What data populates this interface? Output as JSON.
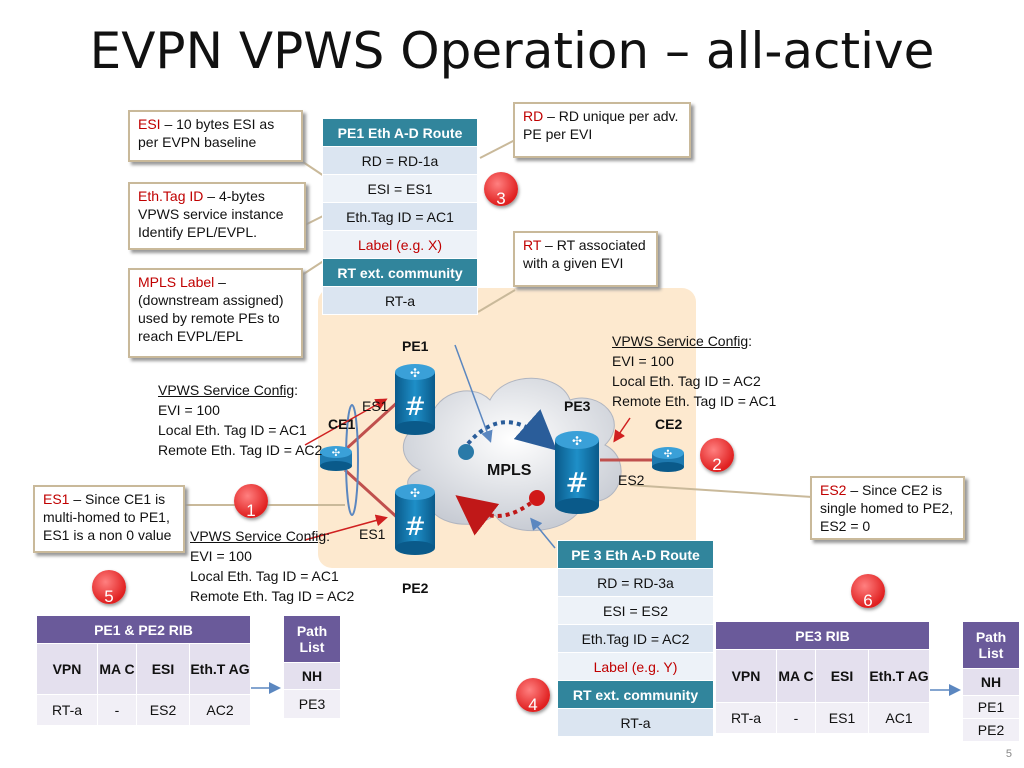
{
  "title": "EVPN VPWS Operation – all-active",
  "callouts": {
    "esi": {
      "term": "ESI",
      "text": " – 10 bytes ESI as per EVPN baseline"
    },
    "ethtag": {
      "term": "Eth.Tag ID",
      "text": " – 4-bytes VPWS service instance Identify EPL/EVPL."
    },
    "mpls": {
      "term": "MPLS Label",
      "text": " – (downstream assigned) used by remote PEs to reach EVPL/EPL"
    },
    "rd": {
      "term": "RD",
      "text": " – RD unique per adv. PE per EVI"
    },
    "rt": {
      "term": "RT",
      "text": " – RT associated with a given EVI"
    },
    "es1": {
      "term": "ES1",
      "text": " – Since CE1 is multi-homed to PE1, ES1 is a non 0 value"
    },
    "es2": {
      "term": "ES2",
      "text": " – Since CE2 is single homed to PE2, ES2 = 0"
    }
  },
  "pe1_route": {
    "header": "PE1 Eth A-D Route",
    "rd": "RD = RD-1a",
    "esi": "ESI = ES1",
    "ethtag": "Eth.Tag ID = AC1",
    "label": "Label (e.g. X)",
    "rt_header": "RT ext. community",
    "rt": "RT-a"
  },
  "pe3_route": {
    "header": "PE 3 Eth A-D Route",
    "rd": "RD = RD-3a",
    "esi": "ESI = ES2",
    "ethtag": "Eth.Tag ID = AC2",
    "label": "Label (e.g. Y)",
    "rt_header": "RT ext. community",
    "rt": "RT-a"
  },
  "cfg_ce1": {
    "title": "VPWS Service Config",
    "colon": ":",
    "evi": "EVI = 100",
    "local": "Local Eth. Tag ID = AC1",
    "remote": "Remote Eth. Tag ID = AC2"
  },
  "cfg_pe2": {
    "title": "VPWS Service Config",
    "colon": ":",
    "evi": "EVI = 100",
    "local": "Local Eth. Tag ID = AC1",
    "remote": "Remote Eth. Tag ID = AC2"
  },
  "cfg_ce2": {
    "title": "VPWS Service Config",
    "colon": ":",
    "evi": "EVI = 100",
    "local": "Local Eth. Tag ID = AC2",
    "remote": "Remote Eth. Tag ID = AC1"
  },
  "nodes": {
    "pe1": "PE1",
    "pe2": "PE2",
    "pe3": "PE3",
    "ce1": "CE1",
    "ce2": "CE2",
    "mpls": "MPLS",
    "es1_a": "ES1",
    "es1_b": "ES1",
    "es2": "ES2"
  },
  "steps": [
    "1",
    "2",
    "3",
    "4",
    "5",
    "6"
  ],
  "rib_left": {
    "title": "PE1 & PE2 RIB",
    "cols": [
      "VPN",
      "MA C",
      "ESI",
      "Eth.T AG"
    ],
    "row": [
      "RT-a",
      "-",
      "ES2",
      "AC2"
    ],
    "path_title": "Path List",
    "nh": "NH",
    "nh_vals": "PE3"
  },
  "rib_right": {
    "title": "PE3 RIB",
    "cols": [
      "VPN",
      "MA C",
      "ESI",
      "Eth.T AG"
    ],
    "row": [
      "RT-a",
      "-",
      "ES1",
      "AC1"
    ],
    "path_title": "Path List",
    "nh": "NH",
    "nh_vals_1": "PE1",
    "nh_vals_2": "PE2"
  },
  "page_number": "5",
  "colors": {
    "route_header": "#31859c",
    "rib_header": "#6a5a9a",
    "accent_red": "#c00000",
    "mpls_bg": "#fde9cf"
  }
}
